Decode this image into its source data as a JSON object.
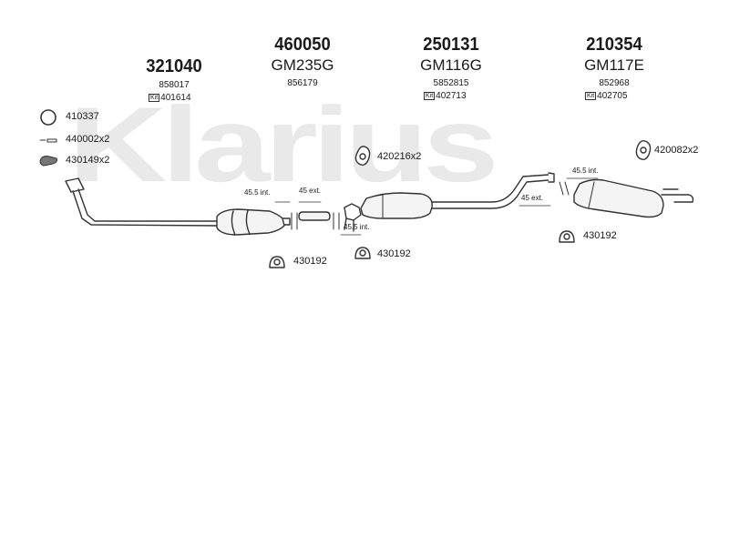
{
  "brand": {
    "watermark": "Klarius"
  },
  "columns": [
    {
      "part": "321040",
      "code": "",
      "ref": "858017",
      "kit_label": "Kit",
      "kit": "401614"
    },
    {
      "part": "460050",
      "code": "GM235G",
      "ref": "856179",
      "kit_label": "",
      "kit": ""
    },
    {
      "part": "250131",
      "code": "GM116G",
      "ref": "5852815",
      "kit_label": "Kit",
      "kit": "402713"
    },
    {
      "part": "210354",
      "code": "GM117E",
      "ref": "852968",
      "kit_label": "Kit",
      "kit": "402705"
    }
  ],
  "legend": [
    {
      "icon": "ring-icon",
      "label": "410337"
    },
    {
      "icon": "bolt-icon",
      "label": "440002x2"
    },
    {
      "icon": "nut-icon",
      "label": "430149x2"
    }
  ],
  "callouts": {
    "hanger_center": "420216x2",
    "hanger_right": "420082x2",
    "clamp_left": "430192",
    "clamp_center": "430192",
    "clamp_right": "430192"
  },
  "dimensions": {
    "d1": "45.5 int.",
    "d2": "45 ext.",
    "d3": "45.5 int.",
    "d4": "45.5 int.",
    "d5": "45 ext."
  }
}
